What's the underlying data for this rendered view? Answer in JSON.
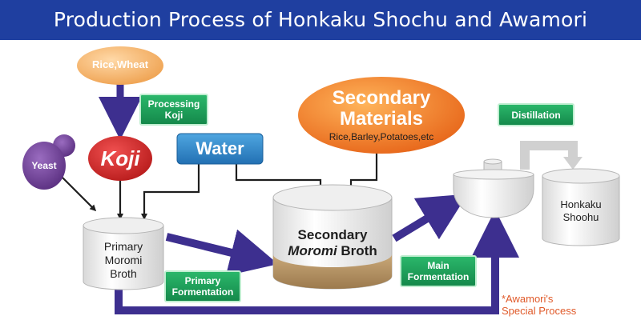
{
  "title": "Production Process of Honkaku Shochu and Awamori",
  "nodes": {
    "rice_wheat": "Rice,Wheat",
    "processing_koji": "Processing\nKoji",
    "yeast": "Yeast",
    "koji": "Koji",
    "water": "Water",
    "secondary_materials_title": "Secondary\nMaterials",
    "secondary_materials_sub": "Rice,Barley,Potatoes,etc",
    "distillation": "Distillation",
    "honkaku_shochu": "Honkaku\nShoohu",
    "primary_moromi": "Primary\nMoromi\nBroth",
    "secondary_moromi_line1": "Secondary",
    "secondary_moromi_line2_italic": "Moromi",
    "secondary_moromi_line2_rest": " Broth",
    "primary_fermentation": "Primary\nFormentation",
    "main_fermentation": "Main\nFormentation",
    "awamori_note": "*Awamori's\nSpecial Process"
  },
  "colors": {
    "title_bg": "#1f3fa0",
    "arrow": "#3d2f8f",
    "green": "#19a05a",
    "orange": "#f07c1e",
    "koji_red": "#d42a2a",
    "water_blue": "#2f86c9",
    "yeast_purple": "#6a3f8f",
    "awamori_text": "#e05a2a"
  }
}
